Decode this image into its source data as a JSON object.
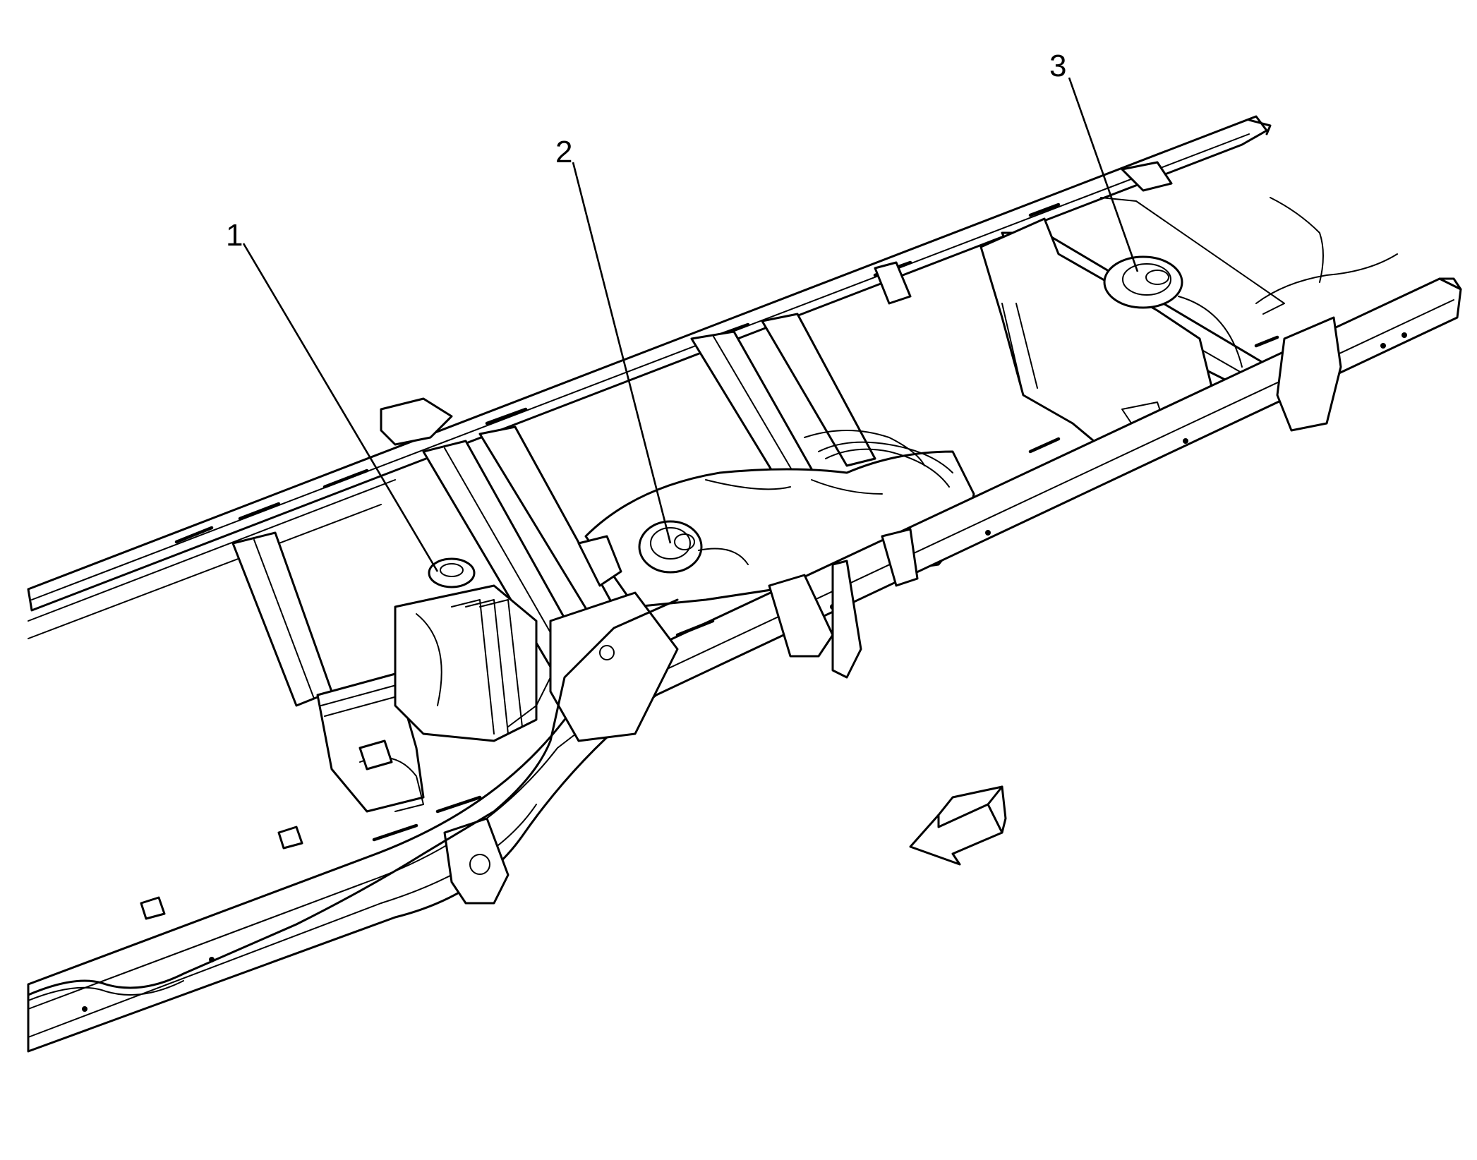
{
  "callouts": [
    {
      "label": "1"
    },
    {
      "label": "2"
    },
    {
      "label": "3"
    }
  ],
  "colors": {
    "ink": "#000000",
    "paper": "#ffffff"
  },
  "icons": {
    "direction": "forward-arrow-icon"
  }
}
